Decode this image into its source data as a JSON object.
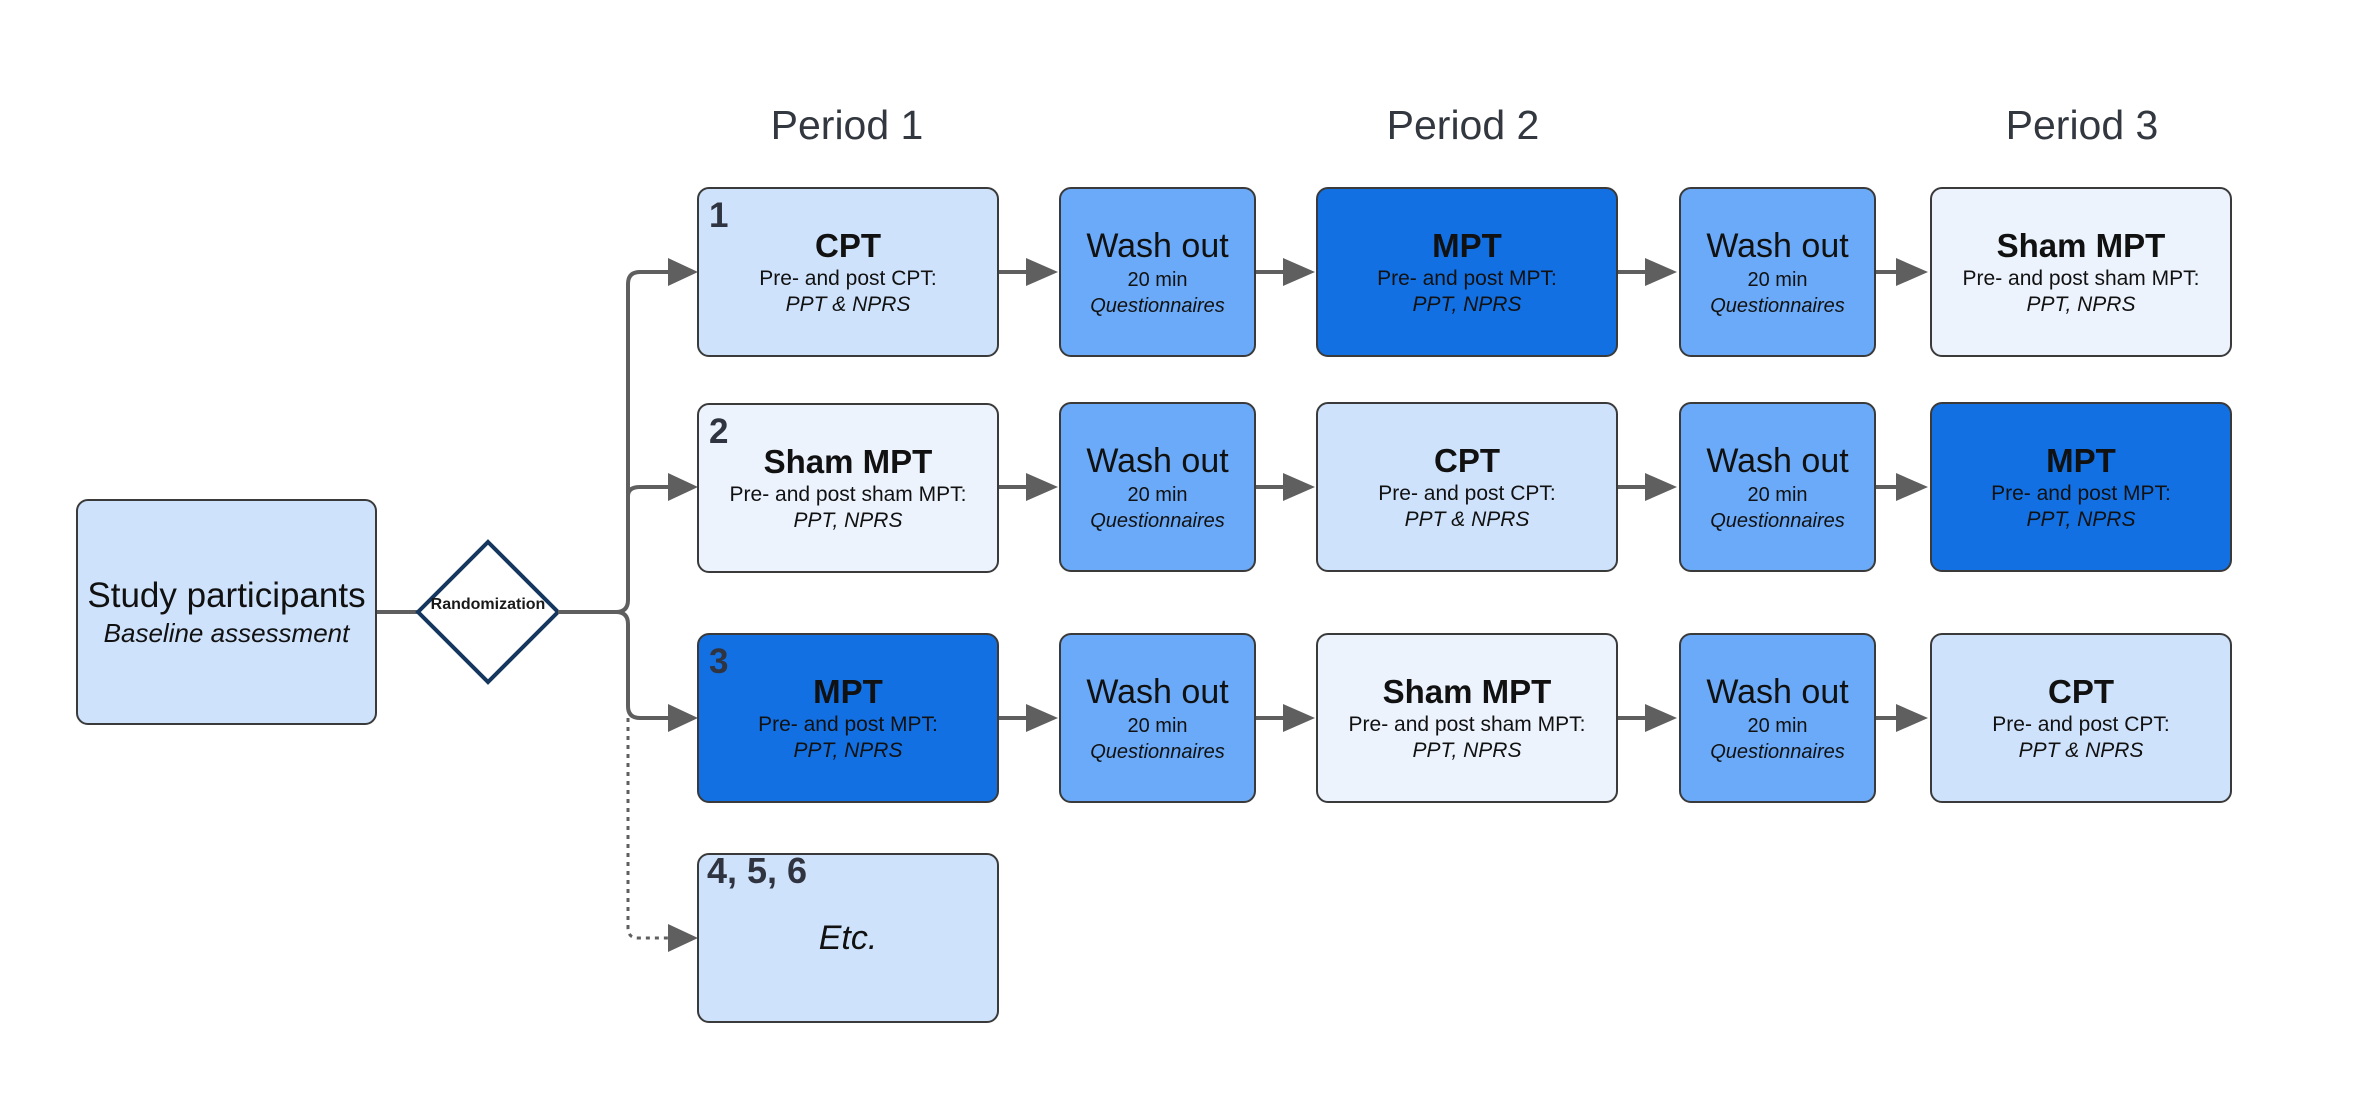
{
  "periods": [
    "Period 1",
    "Period 2",
    "Period 3"
  ],
  "start": {
    "title": "Study participants",
    "subtitle": "Baseline assessment"
  },
  "randomization": "Randomization",
  "rows": [
    {
      "number": "1",
      "cells": [
        {
          "kind": "treatment",
          "tone": "light",
          "title": "CPT",
          "line1": "Pre- and post CPT:",
          "line2": "PPT & NPRS"
        },
        {
          "kind": "washout",
          "title": "Wash out",
          "line1": "20 min",
          "line2": "Questionnaires"
        },
        {
          "kind": "treatment",
          "tone": "dark",
          "title": "MPT",
          "line1": "Pre- and post MPT:",
          "line2": "PPT, NPRS"
        },
        {
          "kind": "washout",
          "title": "Wash out",
          "line1": "20 min",
          "line2": "Questionnaires"
        },
        {
          "kind": "treatment",
          "tone": "pale",
          "title": "Sham MPT",
          "line1": "Pre- and post sham MPT:",
          "line2": "PPT, NPRS"
        }
      ]
    },
    {
      "number": "2",
      "cells": [
        {
          "kind": "treatment",
          "tone": "pale",
          "title": "Sham MPT",
          "line1": "Pre- and post sham MPT:",
          "line2": "PPT, NPRS"
        },
        {
          "kind": "washout",
          "title": "Wash out",
          "line1": "20 min",
          "line2": "Questionnaires"
        },
        {
          "kind": "treatment",
          "tone": "light",
          "title": "CPT",
          "line1": "Pre- and post CPT:",
          "line2": "PPT & NPRS"
        },
        {
          "kind": "washout",
          "title": "Wash out",
          "line1": "20 min",
          "line2": "Questionnaires"
        },
        {
          "kind": "treatment",
          "tone": "dark",
          "title": "MPT",
          "line1": "Pre- and post MPT:",
          "line2": "PPT, NPRS"
        }
      ]
    },
    {
      "number": "3",
      "cells": [
        {
          "kind": "treatment",
          "tone": "dark",
          "title": "MPT",
          "line1": "Pre- and post MPT:",
          "line2": "PPT, NPRS"
        },
        {
          "kind": "washout",
          "title": "Wash out",
          "line1": "20 min",
          "line2": "Questionnaires"
        },
        {
          "kind": "treatment",
          "tone": "pale",
          "title": "Sham MPT",
          "line1": "Pre- and post sham MPT:",
          "line2": "PPT, NPRS"
        },
        {
          "kind": "washout",
          "title": "Wash out",
          "line1": "20 min",
          "line2": "Questionnaires"
        },
        {
          "kind": "treatment",
          "tone": "light",
          "title": "CPT",
          "line1": "Pre- and post CPT:",
          "line2": "PPT & NPRS"
        }
      ]
    }
  ],
  "etc": {
    "number": "4, 5, 6",
    "text": "Etc."
  },
  "colors": {
    "light": "#cfe2fb",
    "pale": "#ecf3fd",
    "mid": "#6aaaf8",
    "dark": "#1270e3",
    "border": "#3a3a3a",
    "connector": "#5f5f5f",
    "diamond": "#14365f"
  }
}
